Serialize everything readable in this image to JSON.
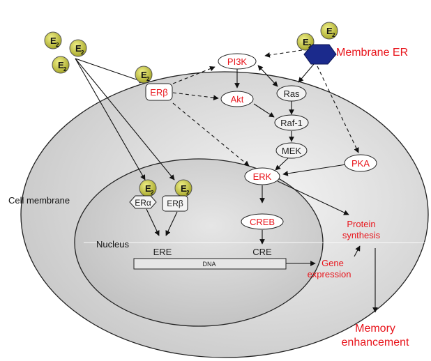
{
  "colors": {
    "accent_red": "#e8141b",
    "text_dark": "#222222",
    "estrogen_fill": "#c9c93a",
    "membrane_er_fill": "#1b2a8c",
    "cell_fill": "#d9d9d9",
    "nucleus_fill": "#cdcdcd"
  },
  "estrogen": {
    "label": "E",
    "subscript": "2"
  },
  "membrane_er": {
    "label": "Membrane ER"
  },
  "cytoplasm": {
    "er_beta": "ERβ",
    "pi3k": "PI3K",
    "akt": "Akt",
    "ras": "Ras",
    "raf1": "Raf-1",
    "mek": "MEK",
    "erk": "ERK",
    "pka": "PKA"
  },
  "cell": {
    "membrane_label": "Cell membrane"
  },
  "nucleus": {
    "label": "Nucleus",
    "er_alpha": "ERα",
    "er_beta": "ERβ",
    "creb": "CREB",
    "ere": "ERE",
    "cre": "CRE",
    "dna": "DNA"
  },
  "outputs": {
    "protein_synthesis_line1": "Protein",
    "protein_synthesis_line2": "synthesis",
    "gene_expression_line1": "Gene",
    "gene_expression_line2": "expression",
    "memory_line1": "Memory",
    "memory_line2": "enhancement"
  }
}
